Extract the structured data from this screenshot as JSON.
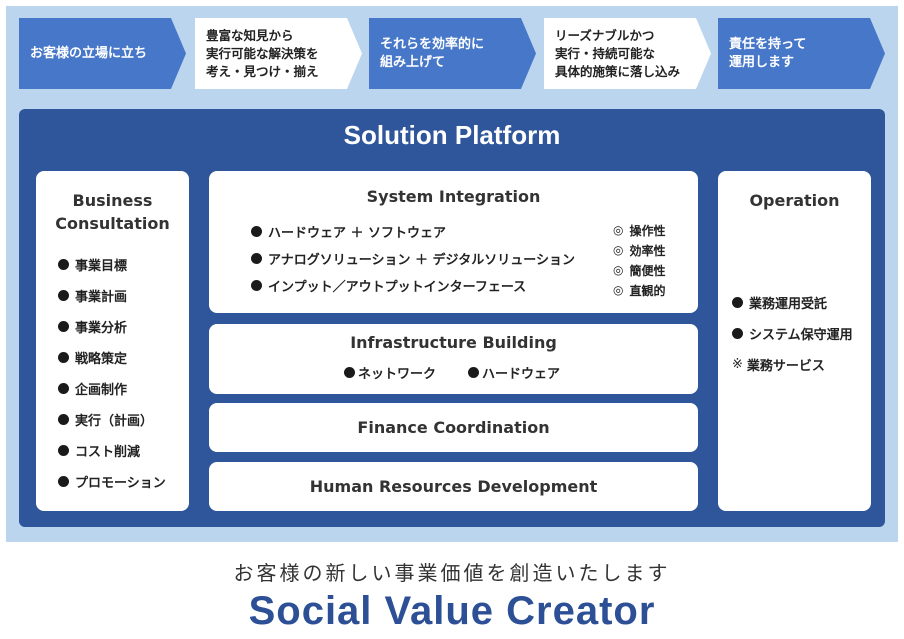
{
  "process_steps": [
    {
      "text": "お客様の立場に立ち",
      "style": "blue"
    },
    {
      "text": "豊富な知見から\n実行可能な解決策を\n考え・見つけ・揃え",
      "style": "white"
    },
    {
      "text": "それらを効率的に\n組み上げて",
      "style": "blue"
    },
    {
      "text": "リーズナブルかつ\n実行・持続可能な\n具体的施策に落し込み",
      "style": "white"
    },
    {
      "text": "責任を持って\n運用します",
      "style": "blue"
    }
  ],
  "platform": {
    "title": "Solution Platform",
    "business_consultation": {
      "title": "Business\nConsultation",
      "items": [
        "事業目標",
        "事業計画",
        "事業分析",
        "戦略策定",
        "企画制作",
        "実行（計画）",
        "コスト削減",
        "プロモーション"
      ]
    },
    "system_integration": {
      "title": "System Integration",
      "items": [
        "ハードウェア ＋ ソフトウェア",
        "アナログソリューション ＋ デジタルソリューション",
        "インプット／アウトプットインターフェース"
      ],
      "qualities_mark": "◎",
      "qualities": [
        "操作性",
        "効率性",
        "簡便性",
        "直観的"
      ]
    },
    "infrastructure_building": {
      "title": "Infrastructure Building",
      "items": [
        "ネットワーク",
        "ハードウェア"
      ]
    },
    "finance_coordination": {
      "title": "Finance Coordination"
    },
    "human_resources_development": {
      "title": "Human Resources Development"
    },
    "operation": {
      "title": "Operation",
      "items": [
        "業務運用受託",
        "システム保守運用"
      ],
      "note_mark": "※",
      "note": "業務サービス"
    }
  },
  "tagline": "お客様の新しい事業価値を創造いたします",
  "brand": "Social Value Creator",
  "colors": {
    "band": "#bcd5ee",
    "accent_blue": "#4677c8",
    "platform_navy": "#2f559a",
    "brand_navy": "#2c4f96"
  }
}
